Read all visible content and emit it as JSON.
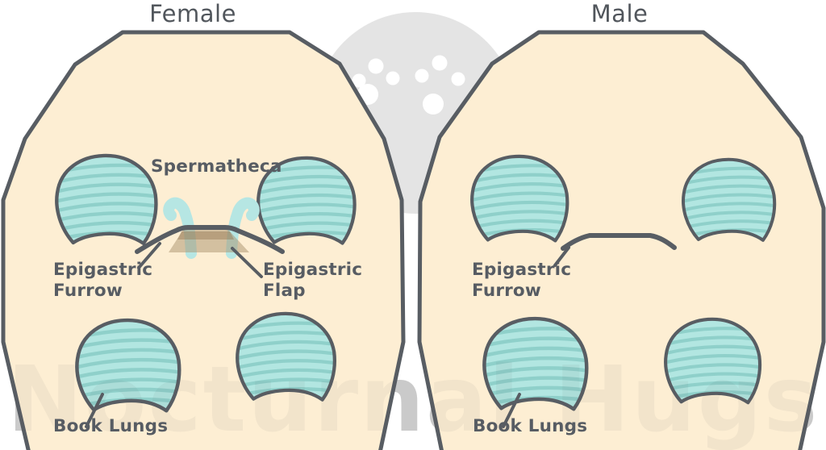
{
  "female": {
    "title": "Female",
    "spermatheca_label": "Spermatheca",
    "epigastric_furrow_label": "Epigastric\nFurrow",
    "epigastric_flap_label": "Epigastric\nFlap",
    "book_lungs_label": "Book Lungs"
  },
  "male": {
    "title": "Male",
    "epigastric_furrow_label": "Epigastric\nFurrow",
    "book_lungs_label": "Book Lungs"
  },
  "watermark": {
    "text": "Nocturnal Hugs",
    "logo": "paw-prints-in-circle"
  },
  "colors": {
    "body_fill": "#fdeed3",
    "outline": "#585d63",
    "lung_fill": "#b2e6e1",
    "lung_stripe": "#8fd0ca",
    "flap_fill": "rgba(170,146,110,0.5)",
    "flap_band": "rgba(148,120,83,0.45)",
    "spermatheca_fill": "#b6e6e3",
    "label_text": "#575c63",
    "title_text": "#51565c",
    "watermark_gray": "#e4e4e4",
    "watermark_text_back": "#d2d2d2"
  }
}
